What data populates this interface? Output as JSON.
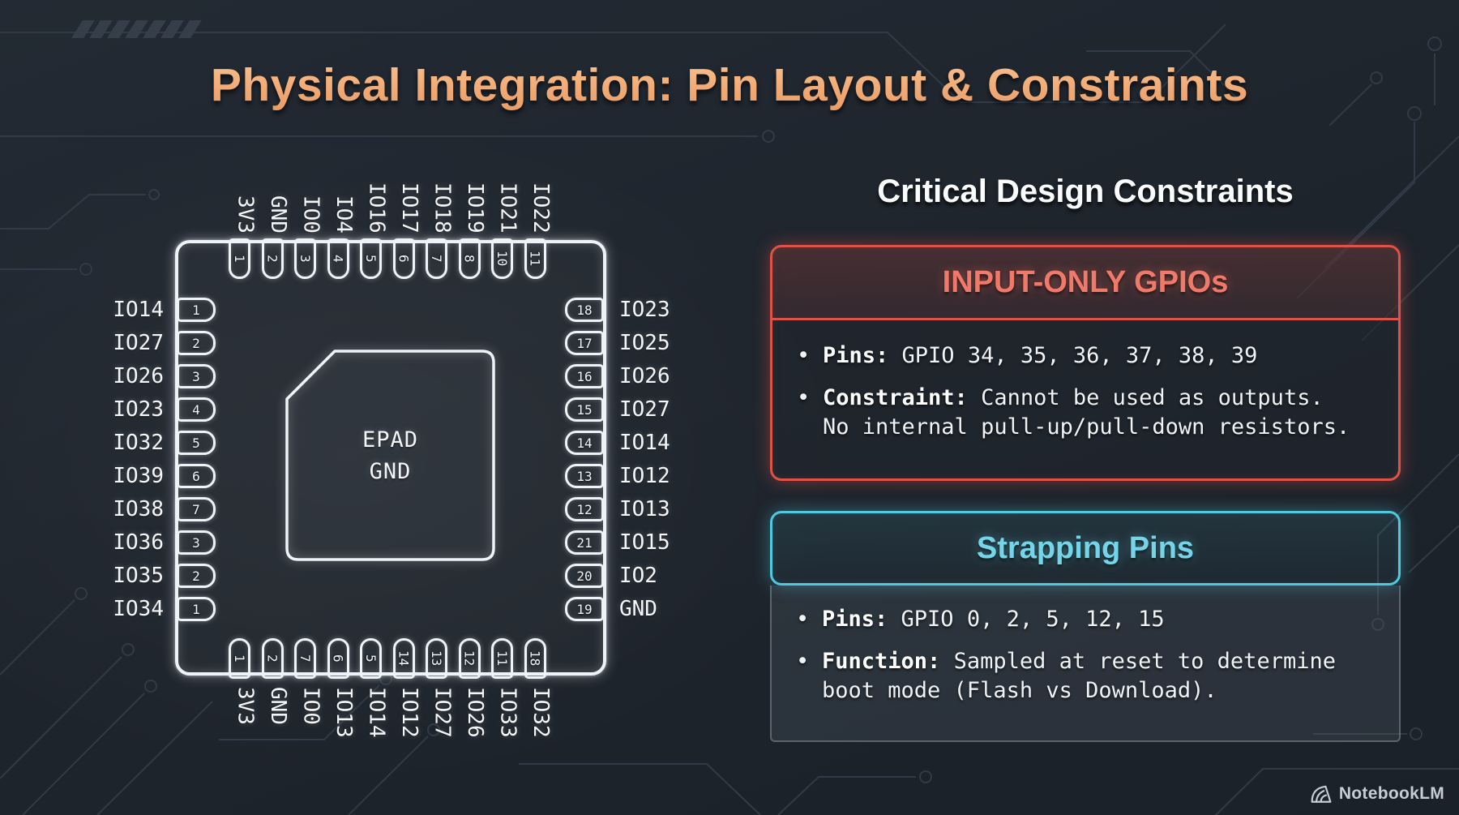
{
  "title": "Physical Integration: Pin Layout & Constraints",
  "chip": {
    "epad": {
      "line1": "EPAD",
      "line2": "GND"
    },
    "sides": [
      {
        "id": "top",
        "numbers": [
          "1",
          "2",
          "3",
          "4",
          "5",
          "6",
          "7",
          "8",
          "10",
          "11"
        ],
        "labels": [
          "3V3",
          "GND",
          "IO0",
          "IO4",
          "IO16",
          "IO17",
          "IO18",
          "IO19",
          "IO21",
          "IO22"
        ]
      },
      {
        "id": "left",
        "numbers": [
          "1",
          "2",
          "3",
          "4",
          "5",
          "6",
          "7",
          "3",
          "2",
          "1"
        ],
        "labels": [
          "IO14",
          "IO27",
          "IO26",
          "IO23",
          "IO32",
          "IO39",
          "IO38",
          "IO36",
          "IO35",
          "IO34"
        ]
      },
      {
        "id": "right",
        "numbers": [
          "18",
          "17",
          "16",
          "15",
          "14",
          "13",
          "12",
          "21",
          "20",
          "19"
        ],
        "labels": [
          "IO23",
          "IO25",
          "IO26",
          "IO27",
          "IO14",
          "IO12",
          "IO13",
          "IO15",
          "IO2",
          "GND"
        ]
      },
      {
        "id": "bottom",
        "numbers": [
          "1",
          "2",
          "7",
          "6",
          "5",
          "14",
          "13",
          "12",
          "11",
          "18"
        ],
        "labels": [
          "3V3",
          "GND",
          "IO0",
          "IO13",
          "IO14",
          "IO12",
          "IO27",
          "IO26",
          "IO33",
          "IO32"
        ]
      }
    ]
  },
  "panel": {
    "heading": "Critical Design Constraints",
    "cards": [
      {
        "title": "INPUT-ONLY GPIOs",
        "accent": "#dd5347",
        "bullets": [
          {
            "label": "Pins:",
            "text": "GPIO 34, 35, 36, 37, 38, 39"
          },
          {
            "label": "Constraint:",
            "text": "Cannot be used as outputs.\nNo internal pull-up/pull-down resistors."
          }
        ]
      },
      {
        "title": "Strapping Pins",
        "accent": "#4fc9dd",
        "bullets": [
          {
            "label": "Pins:",
            "text": "GPIO 0, 2, 5, 12, 15"
          },
          {
            "label": "Function:",
            "text": "Sampled at reset to determine\nboot mode (Flash vs Download)."
          }
        ]
      }
    ]
  },
  "footer": {
    "brand": "NotebookLM"
  },
  "colors": {
    "background": "#20262e",
    "title": "#f1ab76",
    "chip_outline": "#eef3f7",
    "accent_red": "#dd5347",
    "accent_red_text": "#f1796a",
    "accent_teal": "#4fc9dd",
    "accent_teal_text": "#74d5e9"
  }
}
